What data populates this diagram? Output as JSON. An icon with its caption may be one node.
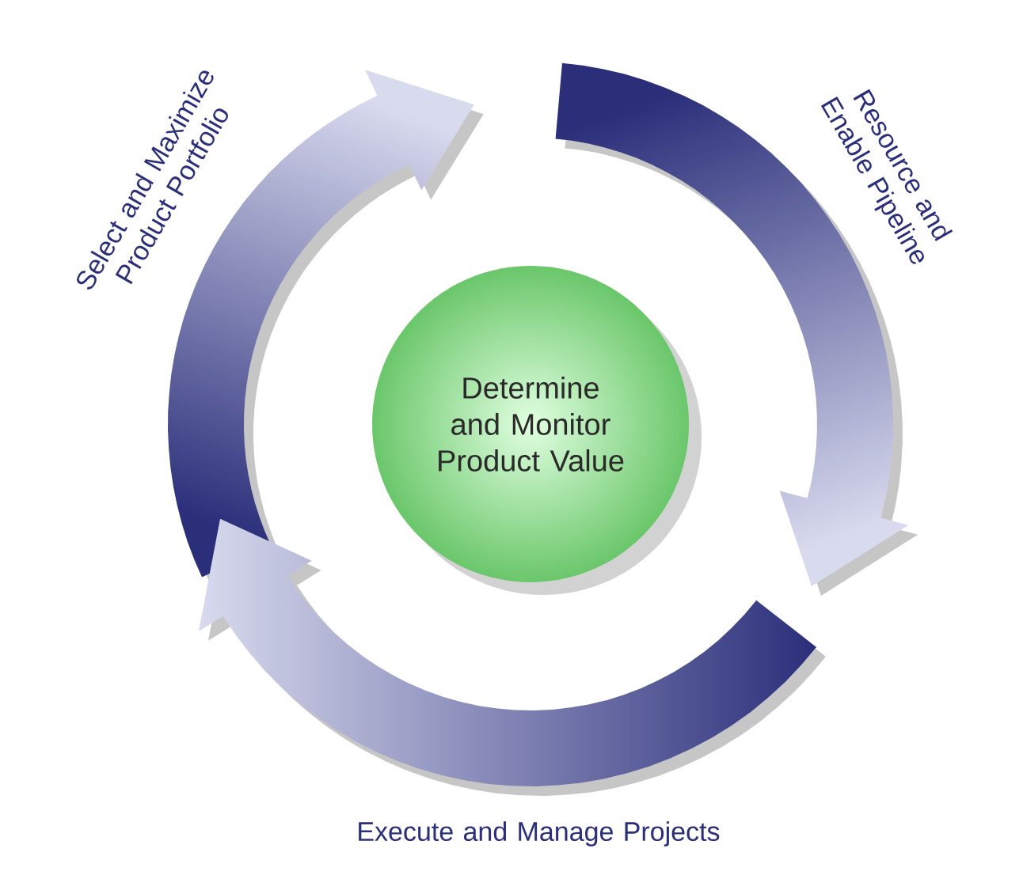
{
  "diagram": {
    "nodes": [
      {
        "text": [
          "Determine and Monitor Product Value"
        ]
      }
    ],
    "labels": [
      "Select and Maximize Product Portfolio",
      "Resource and Enable Pipeline",
      "Execute and Manage Projects"
    ]
  }
}
